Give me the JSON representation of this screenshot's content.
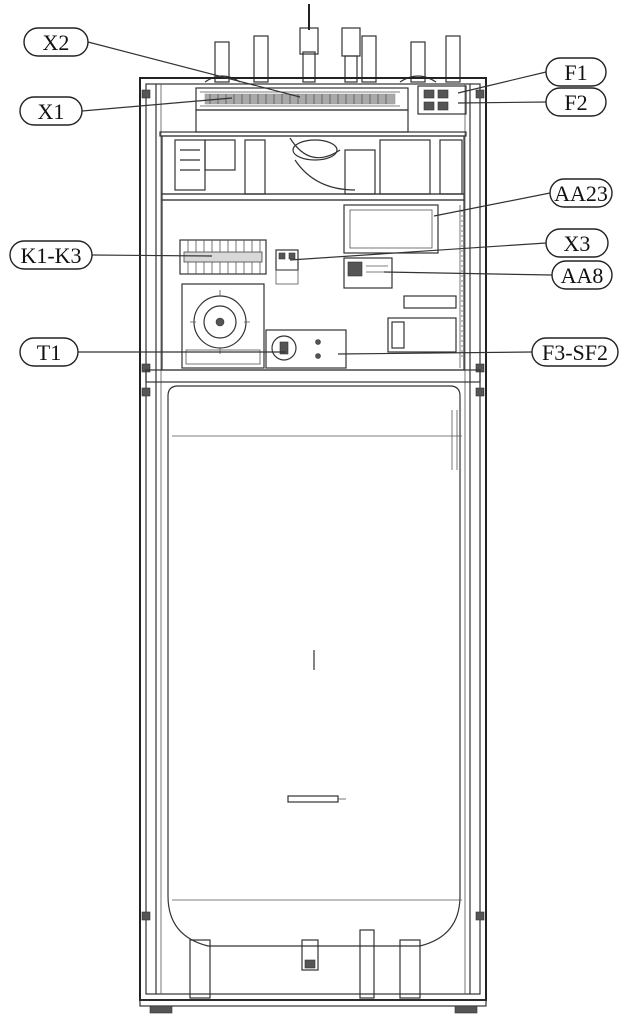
{
  "callouts": {
    "x2": "X2",
    "x1": "X1",
    "f1": "F1",
    "f2": "F2",
    "aa23": "AA23",
    "k1k3": "K1-K3",
    "x3": "X3",
    "aa8": "AA8",
    "t1": "T1",
    "f3sf2": "F3-SF2"
  },
  "colors": {
    "line": "#333333",
    "background": "#ffffff"
  }
}
